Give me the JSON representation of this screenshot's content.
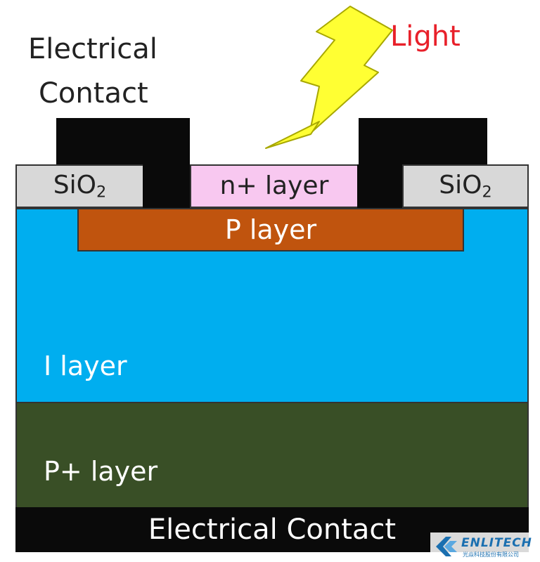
{
  "labels": {
    "top_contact_line1": "Electrical",
    "top_contact_line2": "Contact",
    "light": "Light",
    "sio2_base": "SiO",
    "sio2_sub": "2",
    "n_plus": "n+ layer",
    "p_layer": "P layer",
    "i_layer": "I layer",
    "p_plus": "P+ layer",
    "bottom_contact": "Electrical Contact"
  },
  "logo": {
    "name": "ENLITECH",
    "subtitle": "光焱科技股份有限公司"
  },
  "colors": {
    "contact": "#0a0a0a",
    "sio2": "#d8d8d8",
    "n_plus": "#f8c8f0",
    "p_layer": "#c0540e",
    "i_layer": "#00aeef",
    "p_plus": "#394f26",
    "light_bolt": "#ffff33",
    "light_text": "#e8202a",
    "logo": "#1a6fb0"
  }
}
